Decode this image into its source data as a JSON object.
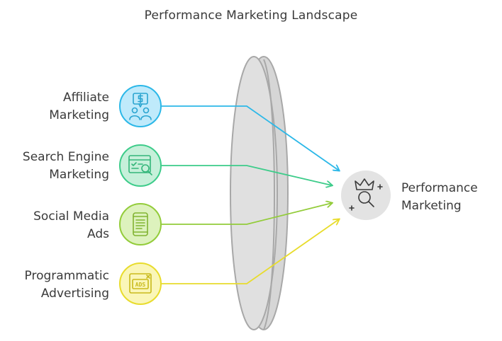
{
  "title": "Performance Marketing Landscape",
  "sources": [
    {
      "line1": "Affiliate",
      "line2": "Marketing",
      "icon": "affiliate-money-people-icon",
      "color": "#2cb8e8",
      "fill": "#bfeafb"
    },
    {
      "line1": "Search Engine",
      "line2": "Marketing",
      "icon": "search-browser-icon",
      "color": "#3dcc8a",
      "fill": "#c6f0da"
    },
    {
      "line1": "Social Media",
      "line2": "Ads",
      "icon": "mobile-phone-icon",
      "color": "#93cc3a",
      "fill": "#ddf2bd"
    },
    {
      "line1": "Programmatic",
      "line2": "Advertising",
      "icon": "ads-window-icon",
      "color": "#e8dc2c",
      "fill": "#faf6b8"
    }
  ],
  "target": {
    "line1": "Performance",
    "line2": "Marketing",
    "icon": "crown-magnifier-icon"
  },
  "ads_badge": "ADS"
}
